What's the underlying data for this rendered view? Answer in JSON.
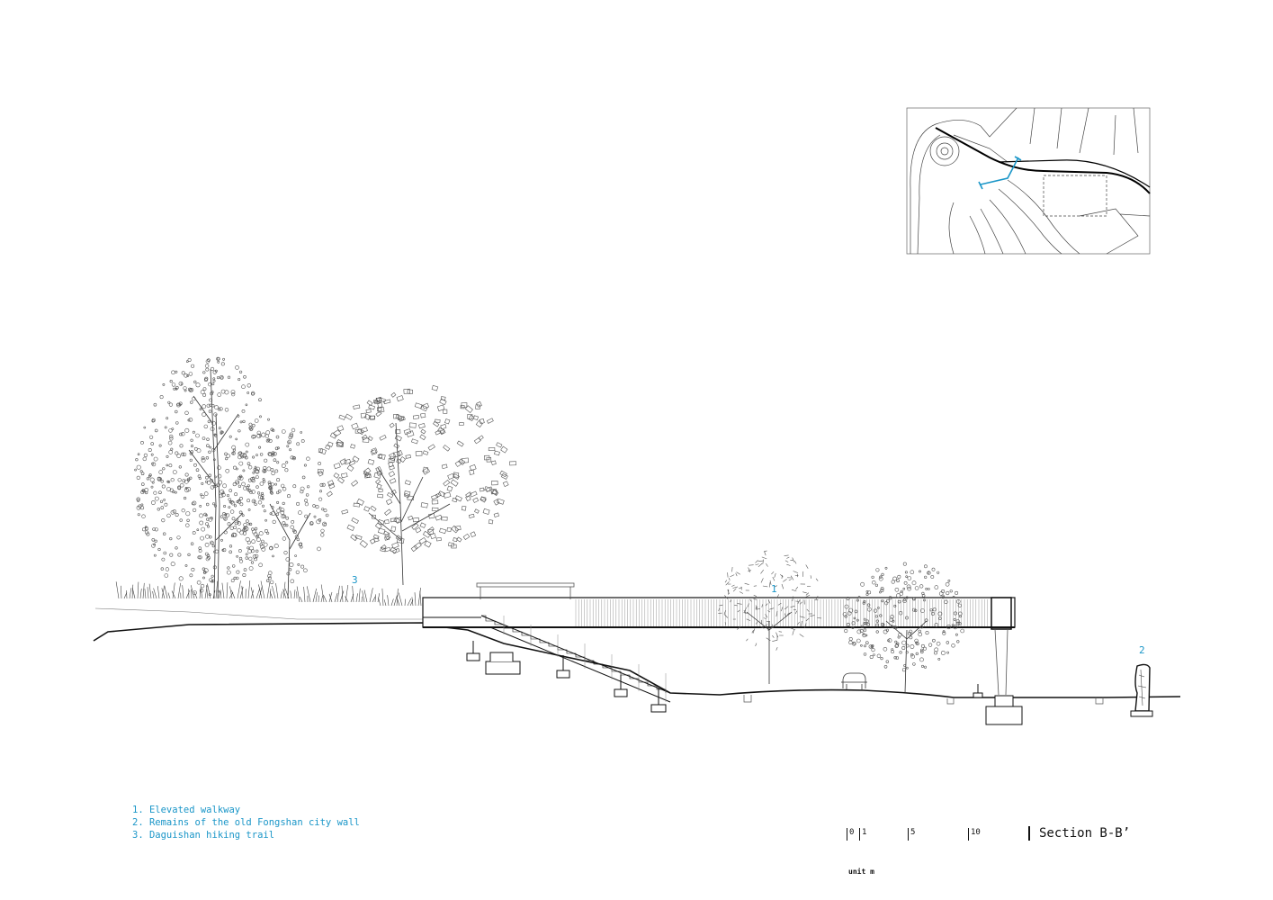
{
  "callouts": {
    "walkway_number": "1",
    "wall_number": "2",
    "trail_number": "3"
  },
  "legend": {
    "items": [
      "1. Elevated walkway",
      "2. Remains of the old Fongshan city wall",
      "3. Daguishan hiking trail"
    ]
  },
  "scale_bar": {
    "ticks": [
      "0",
      "1",
      "5",
      "10"
    ],
    "unit_label": "unit m"
  },
  "title": "Section B-B’",
  "colors": {
    "accent": "#1a96c8",
    "line": "#111111",
    "foliage": "#555555"
  }
}
